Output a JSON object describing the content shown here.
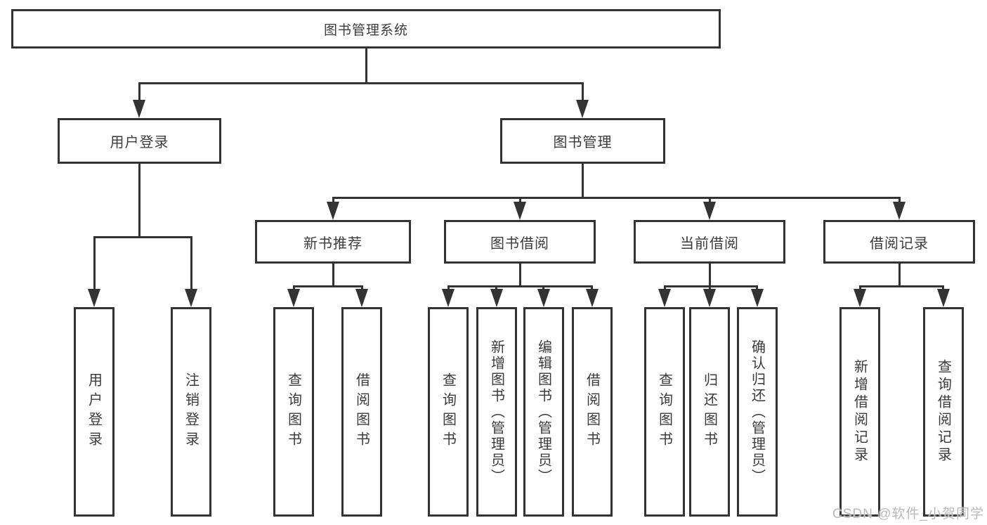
{
  "diagram": {
    "title": "图书管理系统",
    "branches": [
      {
        "label": "用户登录",
        "children": [
          {
            "label": "用户登录"
          },
          {
            "label": "注销登录"
          }
        ]
      },
      {
        "label": "图书管理",
        "children": [
          {
            "label": "新书推荐",
            "children": [
              {
                "label": "查询图书"
              },
              {
                "label": "借阅图书"
              }
            ]
          },
          {
            "label": "图书借阅",
            "children": [
              {
                "label": "查询图书"
              },
              {
                "label": "新增图书（管理员）"
              },
              {
                "label": "编辑图书（管理员）"
              },
              {
                "label": "借阅图书"
              }
            ]
          },
          {
            "label": "当前借阅",
            "children": [
              {
                "label": "查询图书"
              },
              {
                "label": "归还图书"
              },
              {
                "label": "确认归还（管理员）"
              }
            ]
          },
          {
            "label": "借阅记录",
            "children": [
              {
                "label": "新增借阅记录"
              },
              {
                "label": "查询借阅记录"
              }
            ]
          }
        ]
      }
    ]
  },
  "watermark": {
    "text": "CSDN @软件_小贺同学"
  },
  "colors": {
    "line": "#333333",
    "text": "#3b3b3b",
    "watermark": "#b9b9b9",
    "bg": "#ffffff"
  }
}
